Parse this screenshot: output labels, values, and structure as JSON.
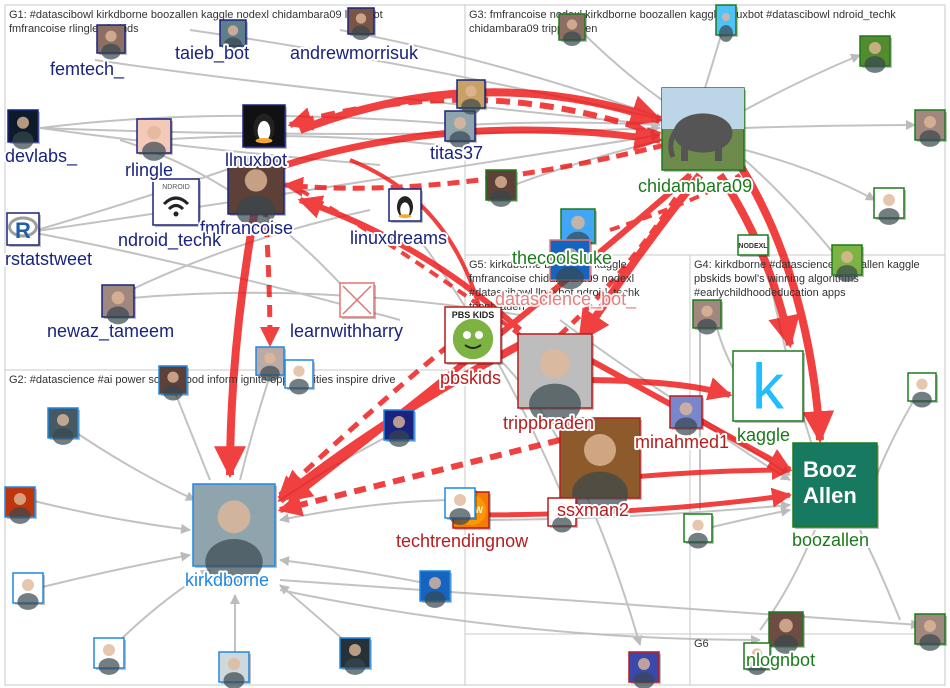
{
  "groups": {
    "g1": {
      "line1": "G1: #datascibowl kirkdborne boozallen kaggle nodexl chidambara09 llnuxbot",
      "line2": "fmfrancoise rlingle pbskids"
    },
    "g3": {
      "line1": "G3: fmfrancoise nodexl kirkdborne boozallen kaggle llnuxbot #datascibowl ndroid_techk",
      "line2": "chidambara09 trippbraden"
    },
    "g5": {
      "line1": "G5: kirkdborne boozallen kaggle",
      "line2": "fmfrancoise chidambara09 nodexl",
      "line3": "#datascibowl llnuxbot ndroid_techk",
      "line4": "trippbraden"
    },
    "g4": {
      "line1": "G4: kirkdborne #datascience boozallen kaggle",
      "line2": "pbskids bowl's winning algorithms",
      "line3": "#earlychildhoodeducation apps"
    },
    "g2": {
      "line1": "G2: #datascience #ai power social good inform ignite opportunities inspire drive"
    },
    "g6": {
      "line1": "G6"
    }
  },
  "nodes": {
    "femtech": "femtech_",
    "taieb_bot": "taieb_bot",
    "andrewmorrisuk": "andrewmorrisuk",
    "devlabs": "devlabs_",
    "rlingle": "rlingle",
    "llnuxbot": "llnuxbot",
    "titas37": "titas37",
    "fmfrancoise": "fmfrancoise",
    "ndroid_techk": "ndroid_techk",
    "linuxdreams": "linuxdreams",
    "rstatstweet": "rstatstweet",
    "newaz_tameem": "newaz_tameem",
    "learnwithharry": "learnwithharry",
    "chidambara09": "chidambara09",
    "thecoolsluke": "thecoolsluke",
    "datascience_bot": "datascience_bot_",
    "pbskids": "pbskids",
    "trippbraden": "trippbraden",
    "minahmed1": "minahmed1",
    "ssxman2": "ssxman2",
    "techtrendingnow": "techtrendingnow",
    "kirkdborne": "kirkdborne",
    "kaggle": "kaggle",
    "boozallen": "boozallen",
    "nlognbot": "nlognbot"
  },
  "images": {
    "boozallen_logo_line1": "Booz",
    "boozallen_logo_line2": "Allen",
    "kaggle_logo": "k",
    "pbs_logo": "PBS KIDS",
    "wow_logo": "WOW",
    "nodexl_logo": "NODEXL",
    "rstats_logo": "R",
    "ndroid_logo": "NDROID"
  },
  "colors": {
    "edge_grey": "#b8b8b8",
    "edge_red": "#ee1111",
    "label_g1": "#1a237e",
    "label_g2": "#1e88e5",
    "label_g3": "#1b7a1b",
    "label_g5": "#b71c1c"
  }
}
